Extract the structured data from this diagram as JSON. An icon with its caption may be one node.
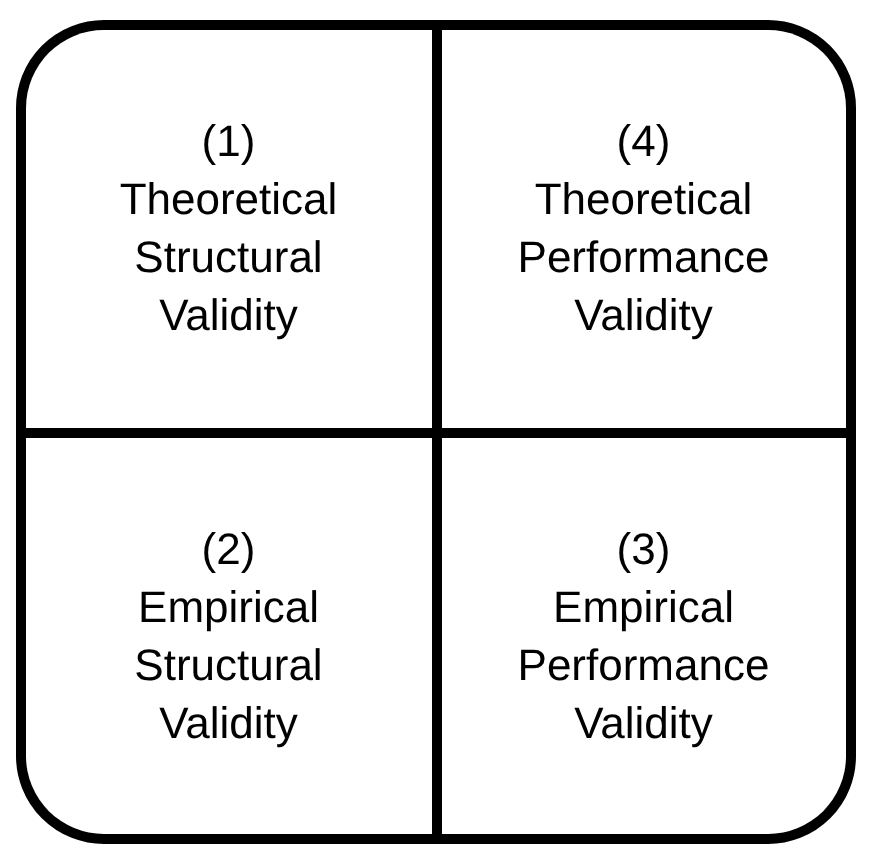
{
  "diagram": {
    "nodes": [
      {
        "text": [],
        "shape": "box"
      },
      {
        "text": [
          "(1)",
          "Theoretical Structural Validity"
        ],
        "in": 0
      },
      {
        "text": [
          "(4)",
          "Theoretical Performance Validity"
        ],
        "in": 0
      },
      {
        "text": [
          "(2)",
          "Empirical Structural Validity"
        ],
        "in": 0
      },
      {
        "text": [
          "(3)",
          "Empirical Performance Validity"
        ],
        "in": 0
      }
    ]
  }
}
